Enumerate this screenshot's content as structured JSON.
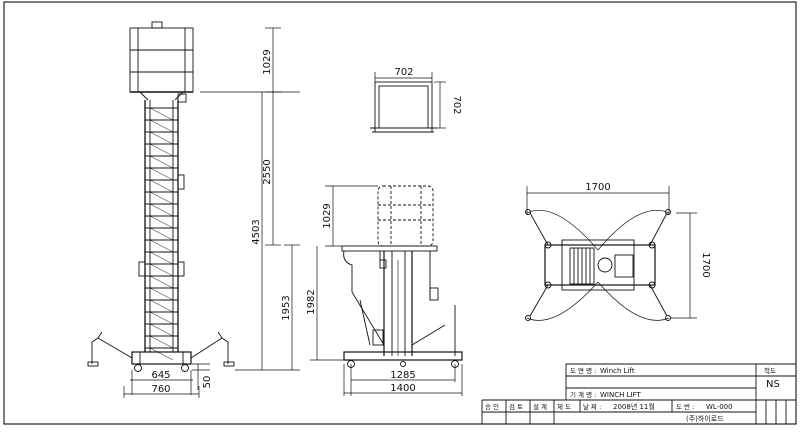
{
  "drawing": {
    "front_view": {
      "dimensions": {
        "platform_height": "1029",
        "mast_height": "2550",
        "total_height": "4503",
        "base_height": "1953",
        "leg_height": "50",
        "inner_width": "645",
        "outer_width": "760"
      }
    },
    "top_platform_view": {
      "dimensions": {
        "width": "702",
        "depth": "702"
      }
    },
    "side_view": {
      "dimensions": {
        "platform_height": "1029",
        "base_height": "1982",
        "inner_length": "1285",
        "outer_length": "1400"
      }
    },
    "plan_view": {
      "dimensions": {
        "width": "1700",
        "depth": "1700"
      }
    }
  },
  "title_block": {
    "drawing_name_label": "도 면 명 :",
    "drawing_name": "Winch Lift",
    "scale_label": "척도",
    "scale_value": "NS",
    "model_label": "기 계 명 :",
    "model_name": "WINCH LIFT",
    "date_label": "날 짜 :",
    "date_value": "2008년 11월",
    "drawing_no_label": "도 번 :",
    "drawing_no": "WL-000",
    "company": "(주)하이로드",
    "approvals": [
      "승 인",
      "검 토",
      "설 계",
      "제 도"
    ]
  }
}
